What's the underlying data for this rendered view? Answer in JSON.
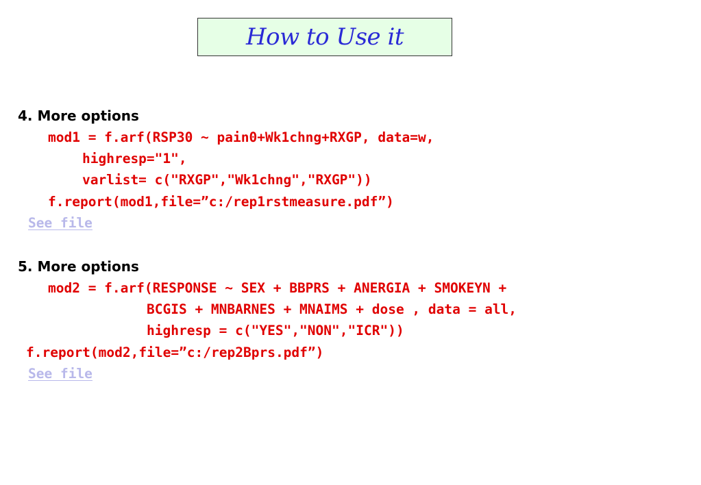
{
  "title": "How to Use it",
  "colors": {
    "title_text": "#2a2ad6",
    "title_box_bg": "#e6ffe6",
    "code_text": "#e00000",
    "heading_text": "#000000",
    "link_text": "#b8b8ea"
  },
  "section4": {
    "heading": "4. More options",
    "code_lines": [
      "mod1 = f.arf(RSP30 ~ pain0+Wk1chng+RXGP, data=w,",
      "highresp=\"1\",",
      "varlist= c(\"RXGP\",\"Wk1chng\",\"RXGP\"))",
      "f.report(mod1,file=”c:/rep1rstmeasure.pdf”)"
    ],
    "link": "See file"
  },
  "section5": {
    "heading": "5. More options",
    "code_lines": [
      "mod2 = f.arf(RESPONSE ~ SEX + BBPRS + ANERGIA + SMOKEYN +",
      "BCGIS + MNBARNES + MNAIMS + dose , data = all,",
      "highresp = c(\"YES\",\"NON\",\"ICR\"))",
      "f.report(mod2,file=”c:/rep2Bprs.pdf”)"
    ],
    "link": "See file"
  }
}
